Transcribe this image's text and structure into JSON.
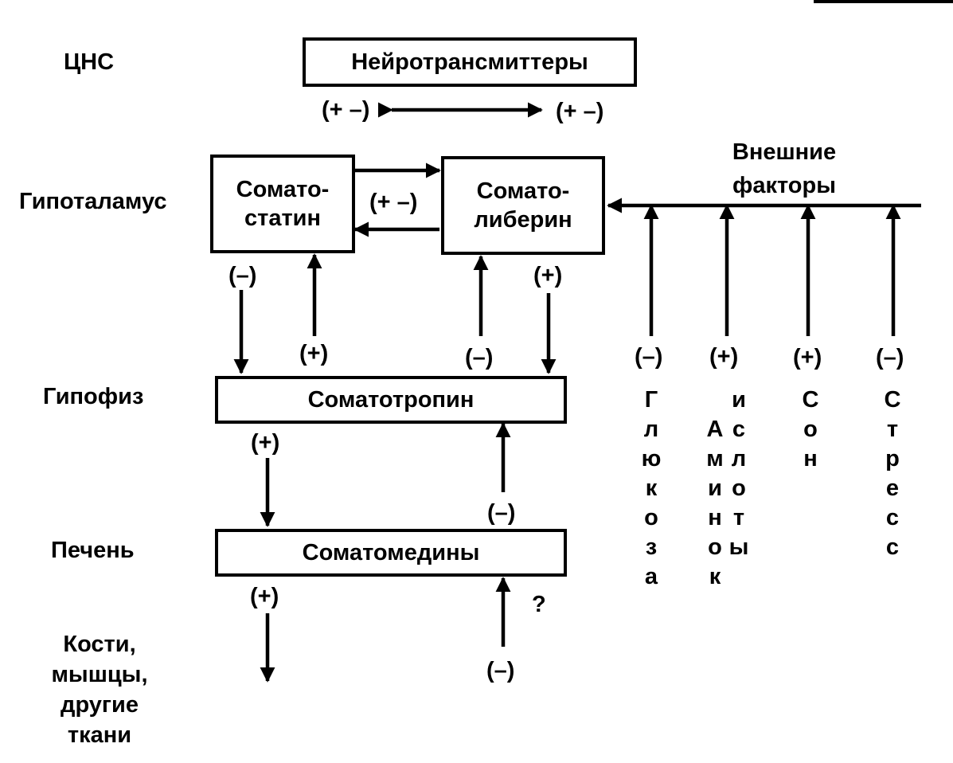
{
  "levels": {
    "cns": "ЦНС",
    "hypothalamus": "Гипоталамус",
    "pituitary": "Гипофиз",
    "liver": "Печень",
    "targets": [
      "Кости,",
      "мышцы,",
      "другие",
      "ткани"
    ]
  },
  "boxes": {
    "neurotransmitters": "Нейротрансмиттеры",
    "somatostatin": [
      "Сомато-",
      "статин"
    ],
    "somatoliberin": [
      "Сомато-",
      "либерин"
    ],
    "somatotropin": "Соматотропин",
    "somatomedins": "Соматомедины"
  },
  "external": {
    "title": [
      "Внешние",
      "факторы"
    ],
    "factors": [
      {
        "sign": "(–)",
        "name": "Глюкоза"
      },
      {
        "sign": "(+)",
        "name": "Аминокислоты"
      },
      {
        "sign": "(+)",
        "name": "Сон"
      },
      {
        "sign": "(–)",
        "name": "Стресс"
      }
    ]
  },
  "signs": {
    "nt_left": "(+ –)",
    "nt_right": "(+ –)",
    "hypo_mutual": "(+ –)",
    "ss_to_st": "(–)",
    "st_to_ss": "(+)",
    "st_to_sl": "(–)",
    "sl_to_st": "(+)",
    "st_to_sm": "(+)",
    "sm_to_st": "(–)",
    "sm_to_tissue": "(+)",
    "tissue_to_sm": "(–)",
    "unknown": "?"
  },
  "colors": {
    "ink": "#000000",
    "paper": "#ffffff"
  }
}
